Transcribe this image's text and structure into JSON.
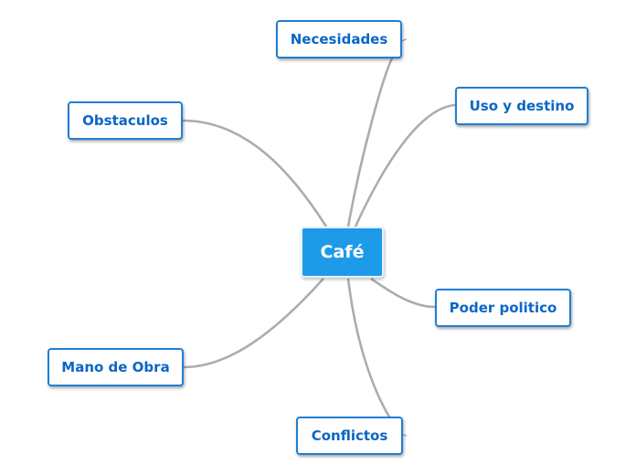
{
  "central_topic": {
    "label": "Café",
    "fill_color": "#1e9be8"
  },
  "topics": [
    {
      "id": "necesidades",
      "label": "Necesidades"
    },
    {
      "id": "uso",
      "label": "Uso y destino"
    },
    {
      "id": "obstaculos",
      "label": "Obstaculos"
    },
    {
      "id": "poder",
      "label": "Poder politico"
    },
    {
      "id": "mano",
      "label": "Mano de Obra"
    },
    {
      "id": "conflictos",
      "label": "Conflictos"
    }
  ],
  "colors": {
    "topic_border": "#1f7fd6",
    "topic_text": "#0a66c6",
    "connector": "#a9adb3"
  }
}
